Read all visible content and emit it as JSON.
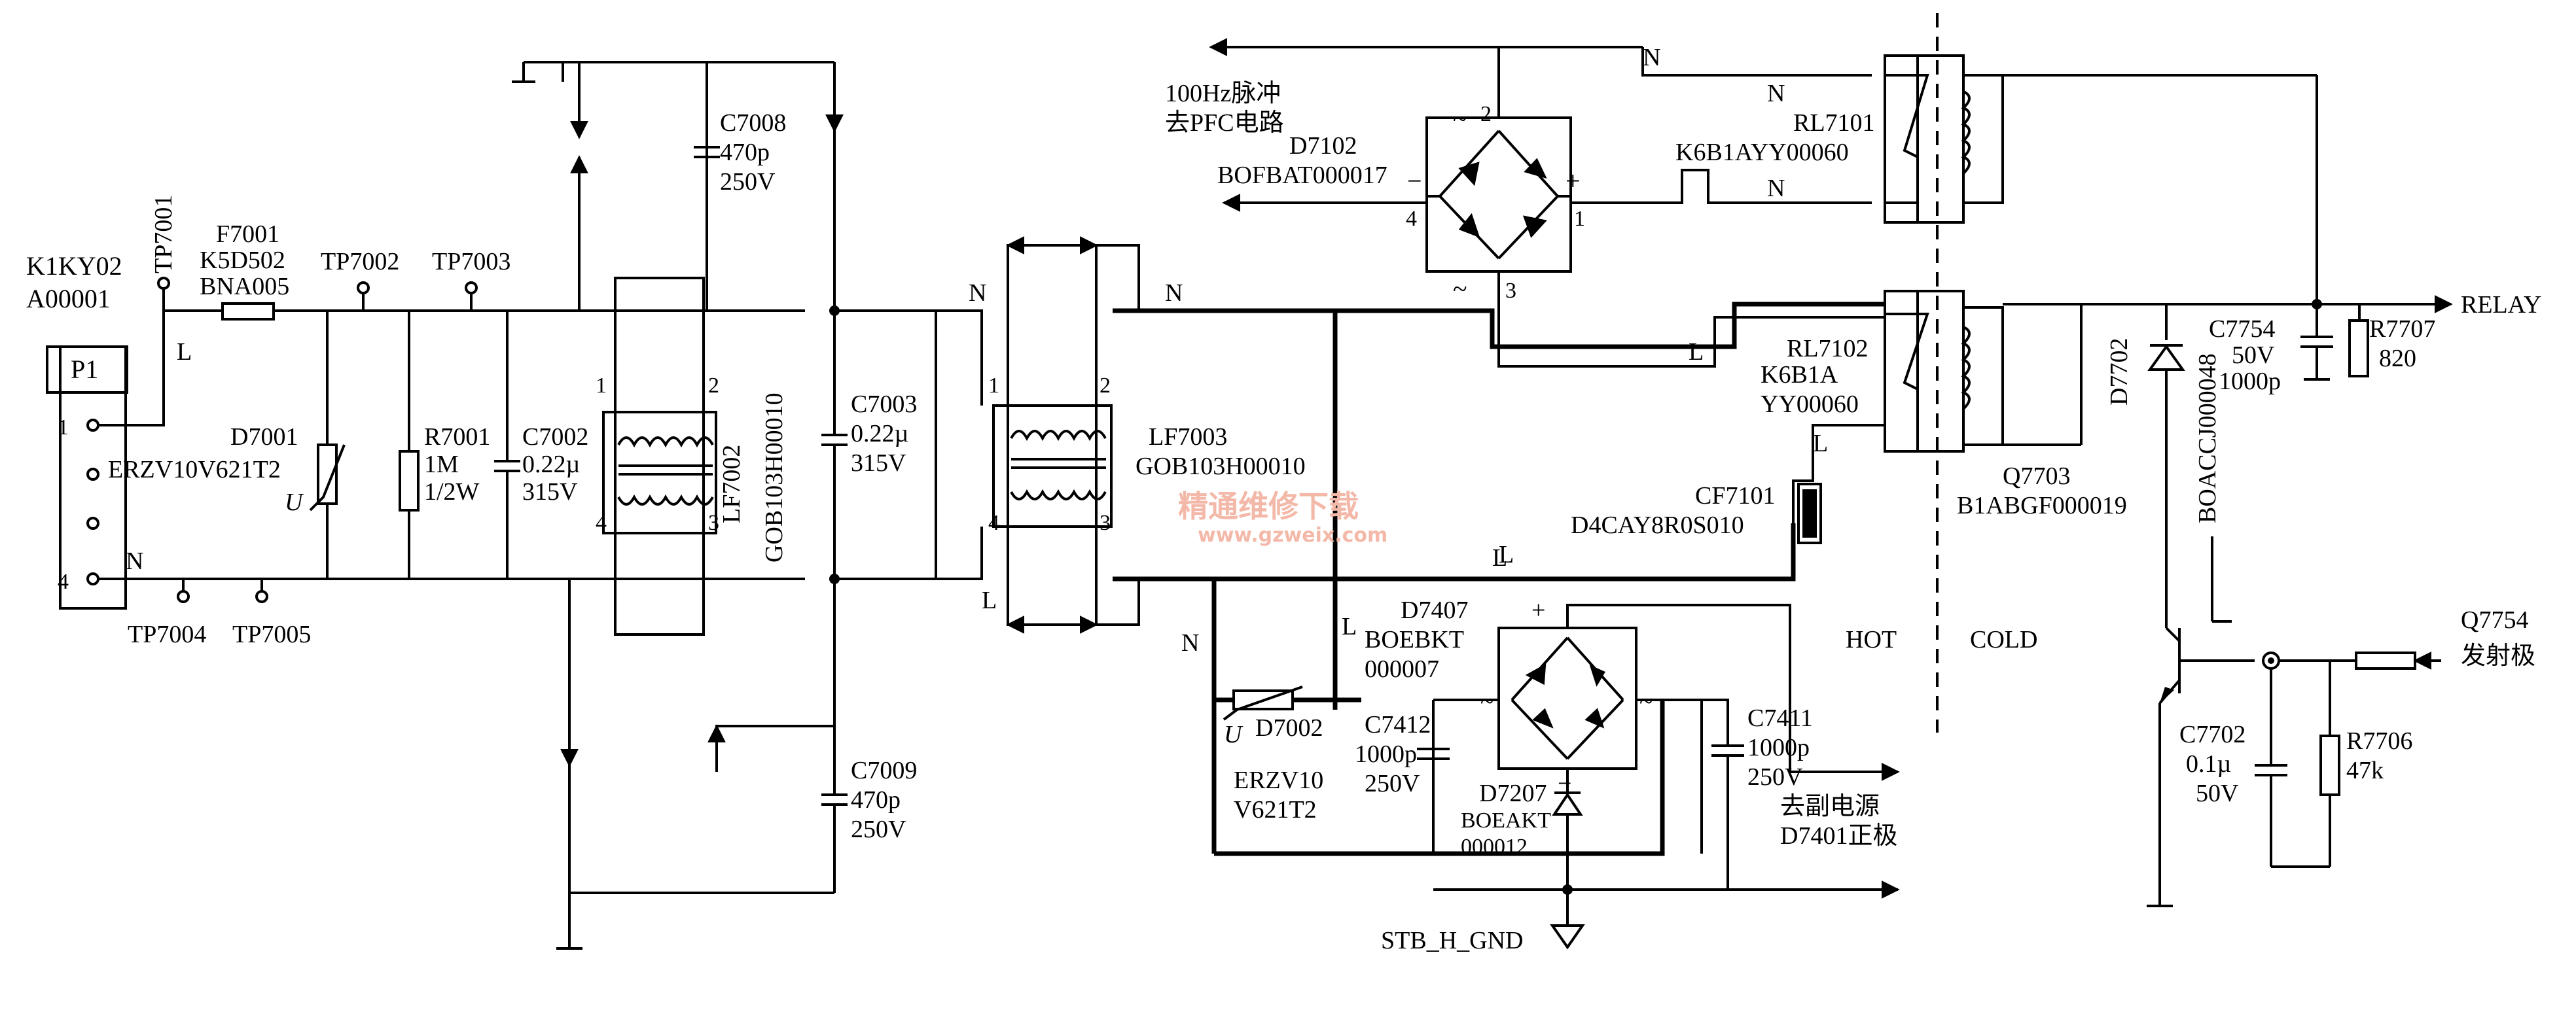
{
  "labels": {
    "k1ky02": "K1KY02",
    "a00001": "A00001",
    "p1": "P1",
    "p1_pin1": "1",
    "p1_pin4": "4",
    "tp7001": "TP7001",
    "f7001": "F7001",
    "k5d502": "K5D502",
    "bna005": "BNA005",
    "tp7002": "TP7002",
    "tp7003": "TP7003",
    "l_left": "L",
    "n_left": "N",
    "tp7004": "TP7004",
    "tp7005": "TP7005",
    "d7001": "D7001",
    "erzv_left": "ERZV10V621T2",
    "u_left": "U",
    "r7001": "R7001",
    "r7001_val": "1M",
    "r7001_pwr": "1/2W",
    "c7002": "C7002",
    "c7002_val": "0.22µ",
    "c7002_v": "315V",
    "lf7002": "LF7002",
    "gob_left": "GOB103H00010",
    "lf7002_p1": "1",
    "lf7002_p2": "2",
    "lf7002_p3": "3",
    "lf7002_p4": "4",
    "c7008": "C7008",
    "c7008_val": "470p",
    "c7008_v": "250V",
    "c7003": "C7003",
    "c7003_val": "0.22µ",
    "c7003_v": "315V",
    "c7009": "C7009",
    "c7009_val": "470p",
    "c7009_v": "250V",
    "lf7003": "LF7003",
    "gob_mid": "GOB103H00010",
    "lf7003_p1": "1",
    "lf7003_p2": "2",
    "lf7003_p3": "3",
    "lf7003_p4": "4",
    "n_mid1": "N",
    "n_mid2": "N",
    "l_mid1": "L",
    "l_mid2": "L",
    "pfc_1": "100Hz脉冲",
    "pfc_2": "去PFC电路",
    "d7102": "D7102",
    "bofbat": "BOFBAT000017",
    "d7102_tilde_top": "~",
    "d7102_tilde_bot": "~",
    "d7102_minus": "−",
    "d7102_plus": "+",
    "d7102_p1": "1",
    "d7102_p2": "2",
    "d7102_p3": "3",
    "d7102_p4": "4",
    "n_top": "N",
    "rl7101": "RL7101",
    "k6b1ayy": "K6B1AYY00060",
    "n_rl1": "N",
    "n_rl2": "N",
    "l_rl2": "L",
    "rl7102": "RL7102",
    "k6b1a": "K6B1A",
    "yy00060": "YY00060",
    "l_cf": "L",
    "cf7101": "CF7101",
    "d4cay": "D4CAY8R0S010",
    "l_bottom": "L",
    "watermark_1": "精通维修下载",
    "watermark_2": "www.gzweix.com",
    "n_low": "N",
    "l_low": "L",
    "d7407": "D7407",
    "boebkt": "BOEBKT",
    "d7407_num": "000007",
    "d7407_plus": "+",
    "d7407_tl": "~",
    "d7407_tr": "~",
    "hot": "HOT",
    "cold": "COLD",
    "d7002": "D7002",
    "u_mid": "U",
    "erzv10": "ERZV10",
    "v621t2": "V621T2",
    "c7412": "C7412",
    "c7412_val": "1000p",
    "c7412_v": "250V",
    "d7207": "D7207",
    "d7207_minus": "−",
    "boeakt": "BOEAKT",
    "d7207_num": "000012",
    "c7411": "C7411",
    "c7411_val": "1000p",
    "c7411_v": "250V",
    "sub_1": "去副电源",
    "sub_2": "D7401正极",
    "stb_gnd": "STB_H_GND",
    "q7703": "Q7703",
    "b1abgf": "B1ABGF000019",
    "d7702": "D7702",
    "boaccj": "BOACCJ000048",
    "c7754": "C7754",
    "c7754_v": "50V",
    "c7754_val": "1000p",
    "r7707": "R7707",
    "r7707_val": "820",
    "relay": "RELAY",
    "c7702": "C7702",
    "c7702_val": "0.1µ",
    "c7702_v": "50V",
    "r7706": "R7706",
    "r7706_val": "47k",
    "q7754": "Q7754",
    "emitter": "发射极"
  }
}
